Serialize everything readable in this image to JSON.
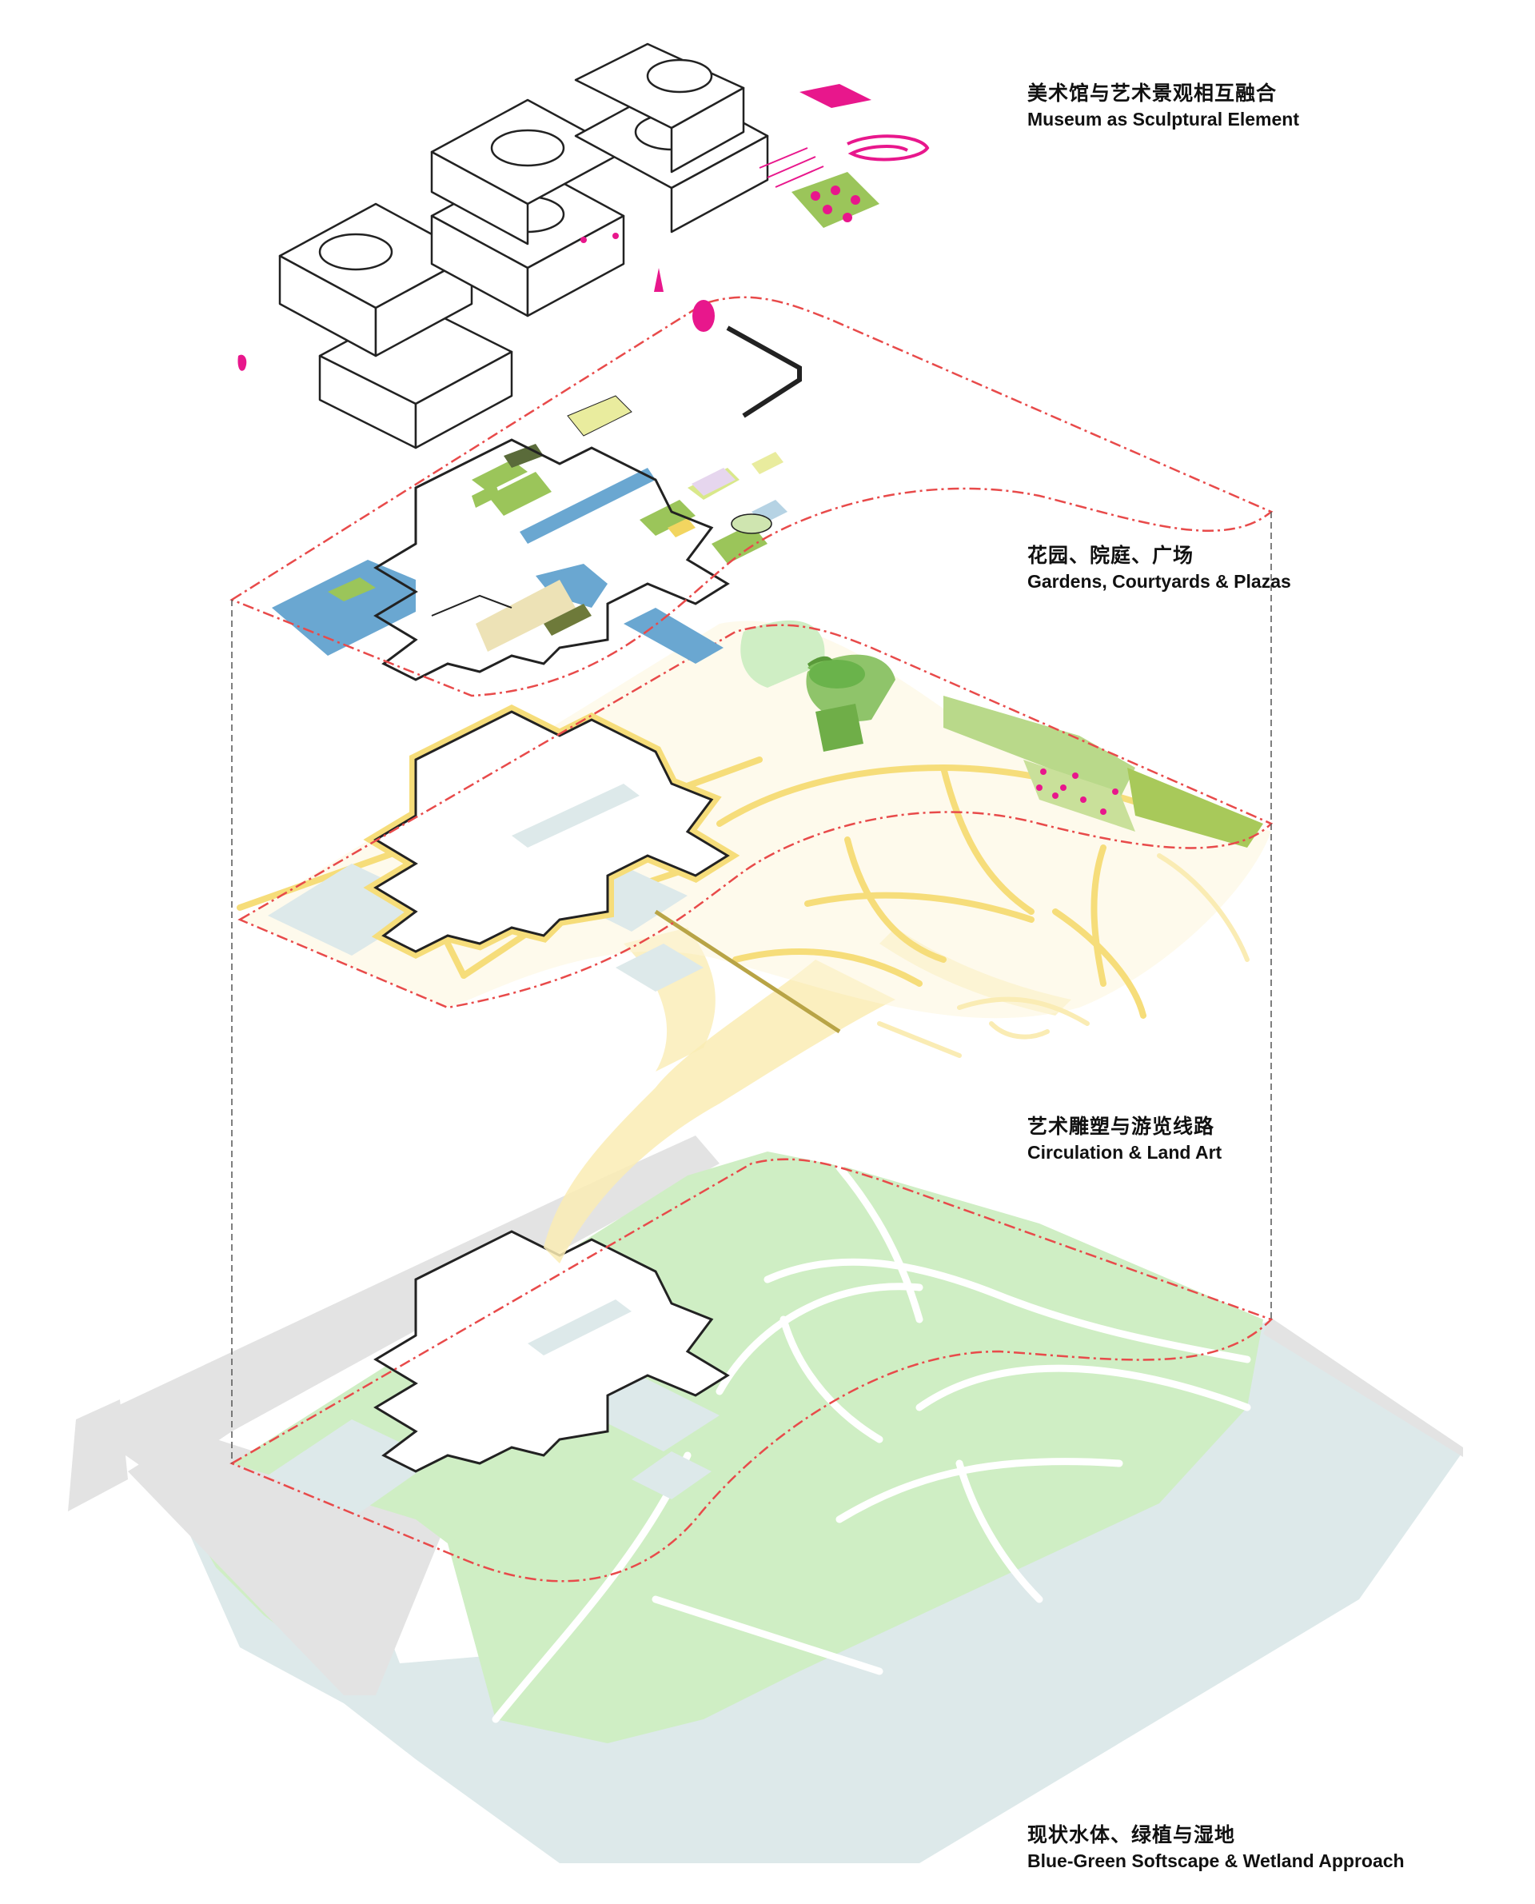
{
  "layers": [
    {
      "zh": "美术馆与艺术景观相互融合",
      "en": "Museum as Sculptural Element"
    },
    {
      "zh": "花园、院庭、广场",
      "en": "Gardens, Courtyards & Plazas"
    },
    {
      "zh": "艺术雕塑与游览线路",
      "en": "Circulation & Land Art"
    },
    {
      "zh": "现状水体、绿植与湿地",
      "en": "Blue-Green Softscape & Wetland Approach"
    }
  ],
  "colors": {
    "boundary": "#e84a4a",
    "magenta": "#e8178c",
    "path_yellow": "#f6dd7a",
    "path_yellow_light": "#faecb4",
    "green": "#cfeec4",
    "green_dark": "#9bc55a",
    "water": "#dde9ea",
    "road": "#e3e3e3",
    "blue": "#6aa7d1",
    "outline": "#222222"
  }
}
